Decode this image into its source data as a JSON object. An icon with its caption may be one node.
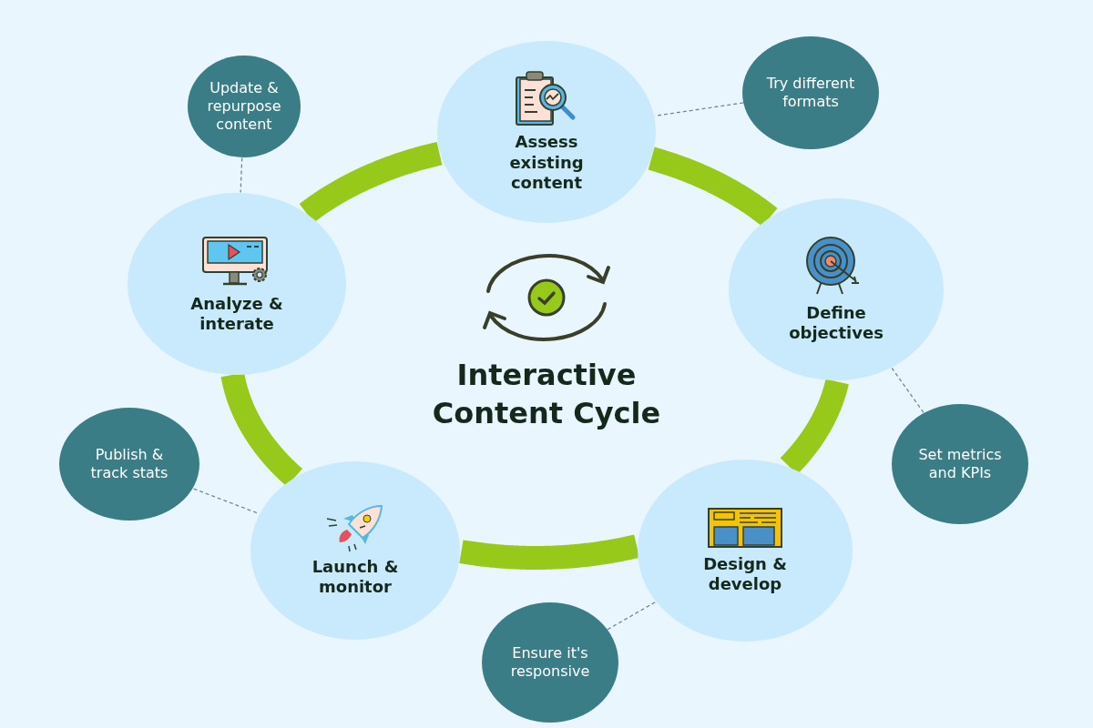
{
  "diagram": {
    "title": "Interactive Content Cycle",
    "nodes": [
      {
        "text": [
          "Update & repurpose content"
        ]
      },
      {
        "text": [
          "Assess existing content"
        ]
      },
      {
        "text": [
          "Try different formats"
        ]
      },
      {
        "text": [
          "Analyze & interate"
        ]
      },
      {
        "text": [
          "Define objectives"
        ]
      },
      {
        "text": [
          "Publish & track stats"
        ]
      },
      {
        "text": [
          "Set metrics and KPIs"
        ]
      },
      {
        "text": [
          "Launch & monitor"
        ]
      },
      {
        "text": [
          "Design & develop"
        ]
      },
      {
        "text": [
          "Ensure it's responsive"
        ]
      }
    ],
    "edges": [
      {
        "from": 1,
        "to": 4,
        "arrow": "none",
        "style": "thick",
        "color": "#97c91a"
      },
      {
        "from": 4,
        "to": 8,
        "arrow": "none",
        "style": "thick",
        "color": "#97c91a"
      },
      {
        "from": 8,
        "to": 7,
        "arrow": "none",
        "style": "thick",
        "color": "#97c91a"
      },
      {
        "from": 7,
        "to": 3,
        "arrow": "none",
        "style": "thick",
        "color": "#97c91a"
      },
      {
        "from": 3,
        "to": 1,
        "arrow": "none",
        "style": "thick",
        "color": "#97c91a"
      },
      {
        "from": 2,
        "to": 1,
        "arrow": "none",
        "style": "dashed",
        "color": "#6f8a8c"
      },
      {
        "from": 6,
        "to": 4,
        "arrow": "none",
        "style": "dashed",
        "color": "#6f8a8c"
      },
      {
        "from": 9,
        "to": 8,
        "arrow": "none",
        "style": "dashed",
        "color": "#6f8a8c"
      },
      {
        "from": 5,
        "to": 7,
        "arrow": "none",
        "style": "dashed",
        "color": "#6f8a8c"
      },
      {
        "from": 0,
        "to": 3,
        "arrow": "none",
        "style": "dashed",
        "color": "#6f8a8c"
      }
    ]
  }
}
